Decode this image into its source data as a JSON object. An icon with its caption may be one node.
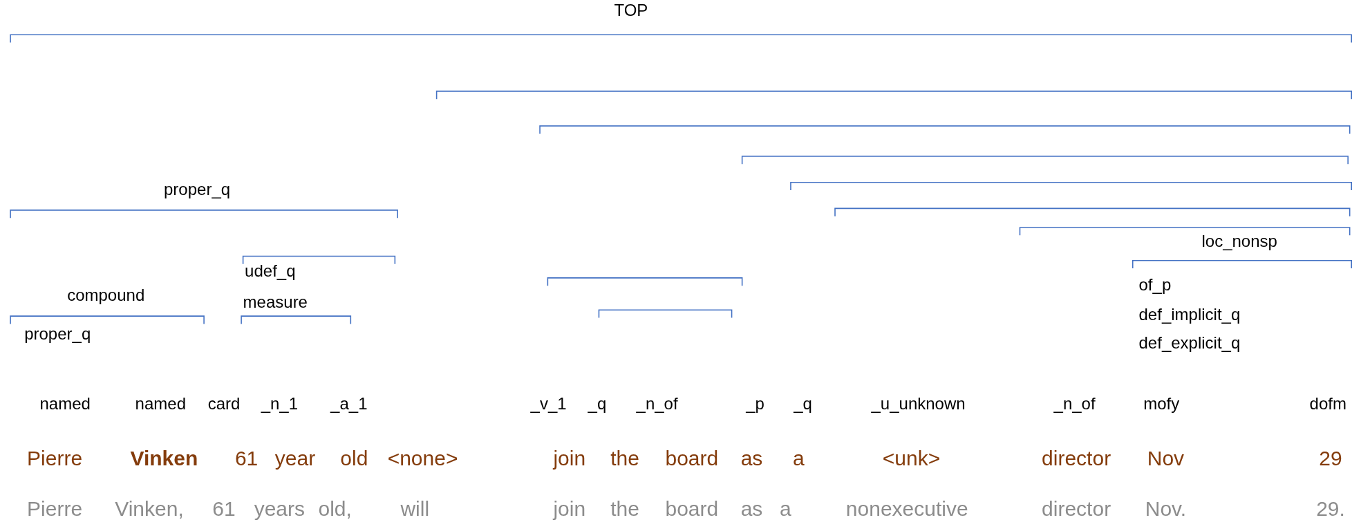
{
  "diagram": {
    "labels": [
      "TOP",
      "proper_q",
      "loc_nonsp",
      "udef_q",
      "measure",
      "compound",
      "of_p",
      "proper_q",
      "def_implicit_q",
      "def_explicit_q",
      "named",
      "named",
      "card",
      "_n_1",
      "_a_1",
      "_v_1",
      "_q",
      "_n_of",
      "_p",
      "_q",
      "_u_unknown",
      "_n_of",
      "mofy",
      "dofm",
      "Pierre",
      "Vinken",
      "61",
      "year",
      "old",
      "<none>",
      "join",
      "the",
      "board",
      "as",
      "a",
      "<unk>",
      "director",
      "Nov",
      "29",
      "Pierre",
      "Vinken,",
      "61",
      "years",
      "old,",
      "will",
      "join",
      "the",
      "board",
      "as",
      "a",
      "nonexecutive",
      "director",
      "Nov.",
      "29."
    ]
  }
}
